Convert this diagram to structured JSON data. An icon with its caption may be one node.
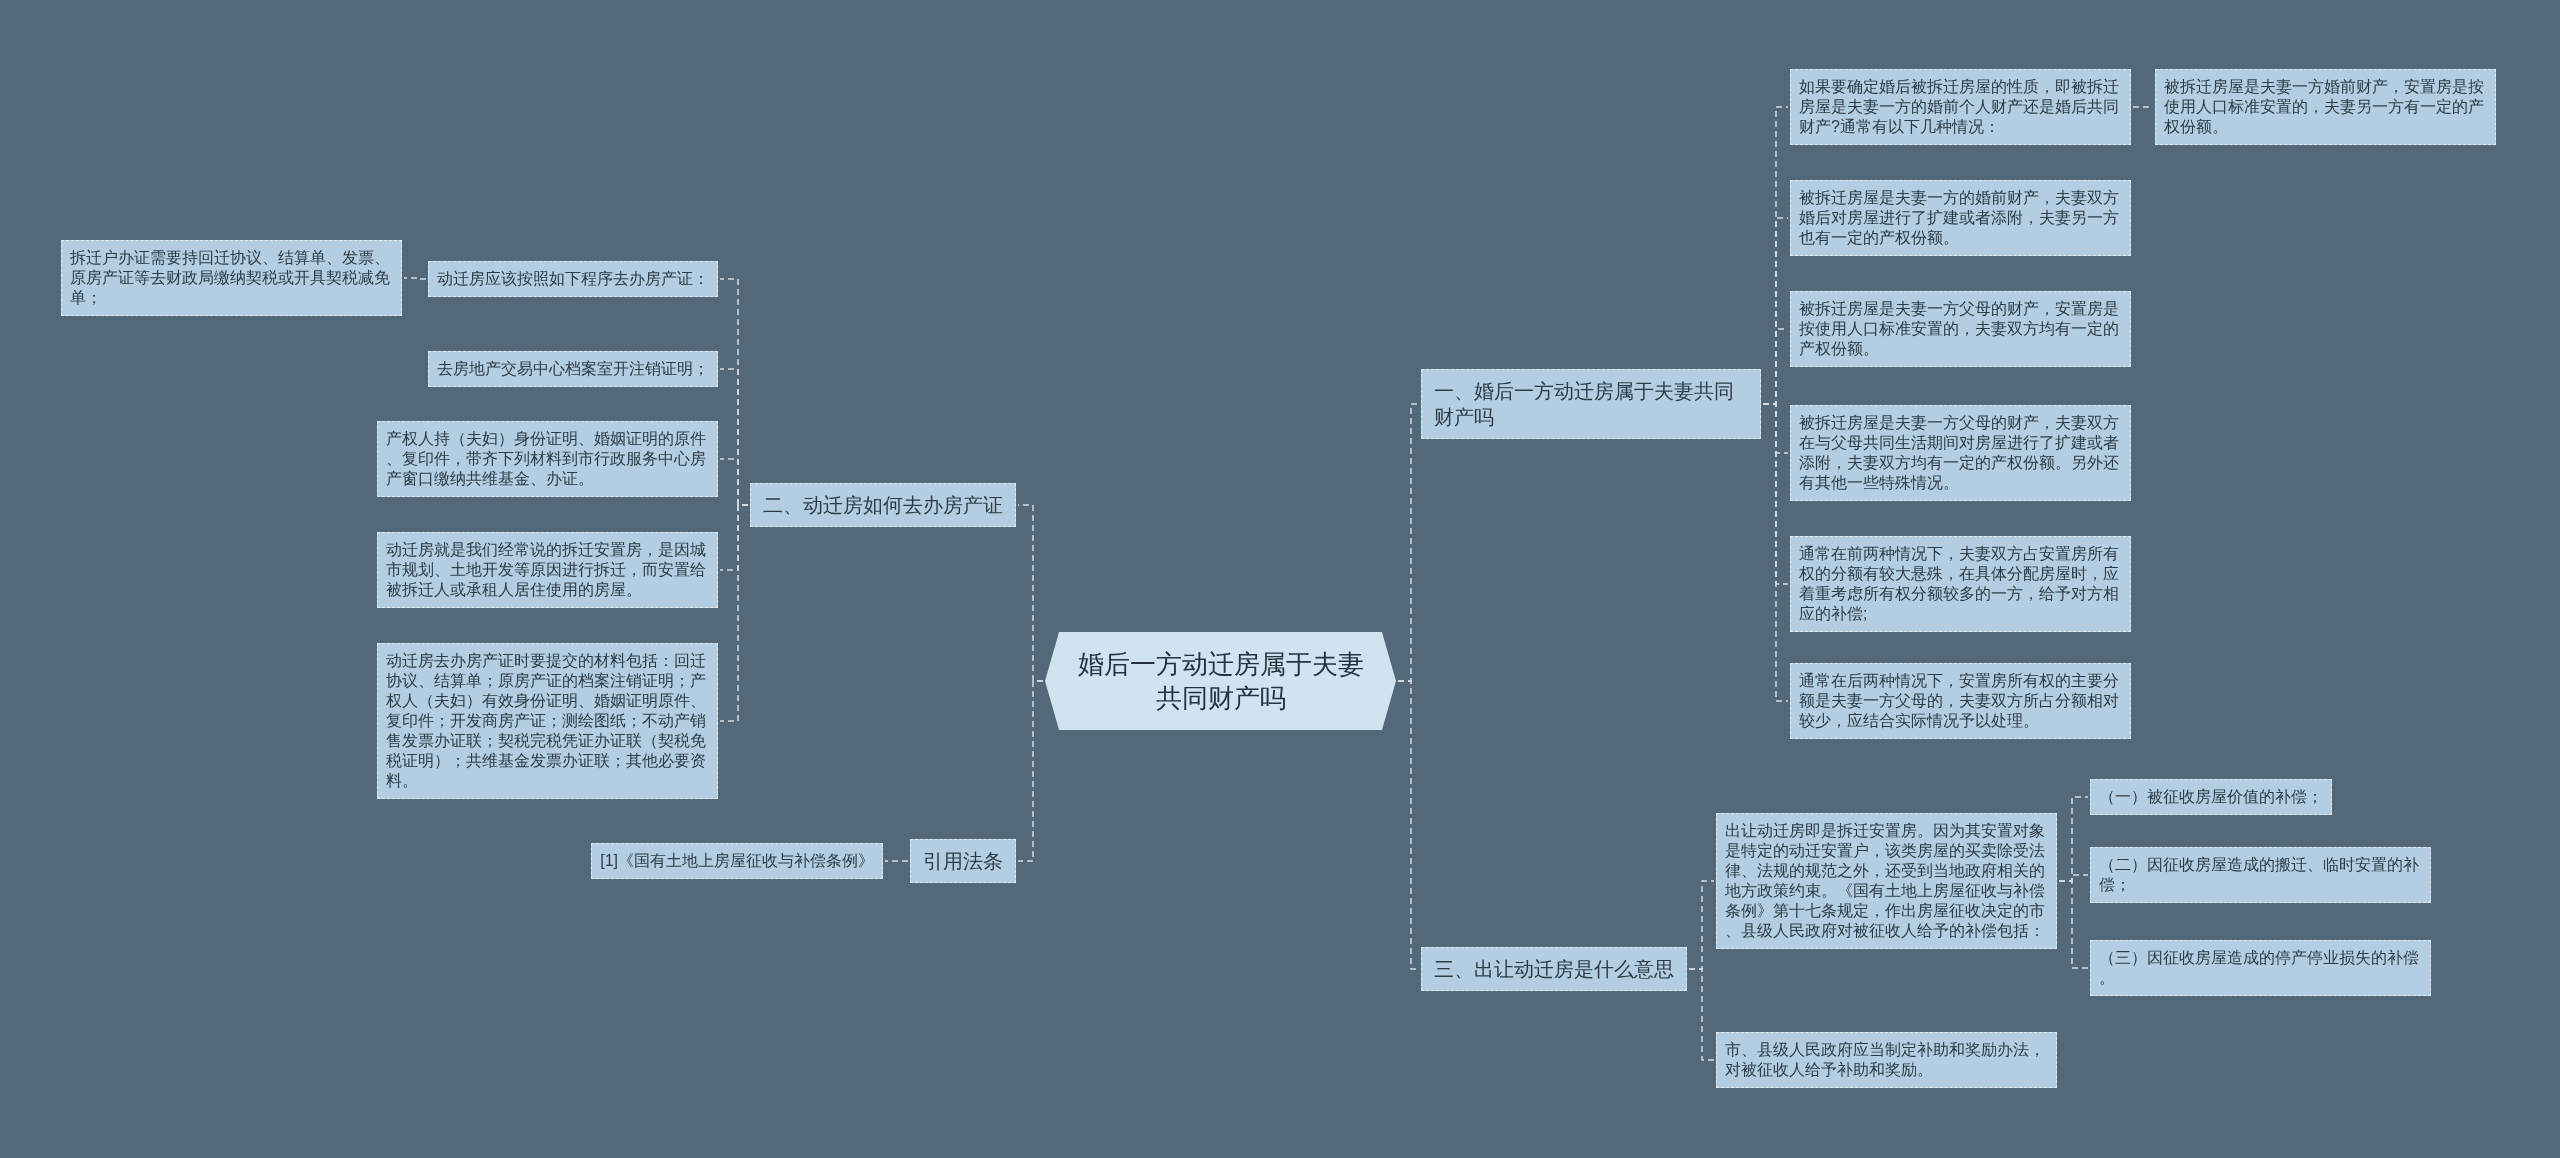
{
  "diagram": {
    "nodes": [
      {
        "text": [
          "婚后一方动迁房属于夫妻共同财产吗"
        ]
      },
      {
        "text": [
          "一、婚后一方动迁房属于夫妻共同财产吗"
        ]
      },
      {
        "text": [
          "如果要确定婚后被拆迁房屋的性质，即被拆迁房屋是夫妻一方的婚前个人财产还是婚后共同财产?通常有以下几种情况："
        ]
      },
      {
        "text": [
          "被拆迁房屋是夫妻一方婚前财产，安置房是按使用人口标准安置的，夫妻另一方有一定的产权份额。"
        ]
      },
      {
        "text": [
          "被拆迁房屋是夫妻一方的婚前财产，夫妻双方婚后对房屋进行了扩建或者添附，夫妻另一方也有一定的产权份额。"
        ]
      },
      {
        "text": [
          "被拆迁房屋是夫妻一方父母的财产，安置房是按使用人口标准安置的，夫妻双方均有一定的产权份额。"
        ]
      },
      {
        "text": [
          "被拆迁房屋是夫妻一方父母的财产，夫妻双方在与父母共同生活期间对房屋进行了扩建或者添附，夫妻双方均有一定的产权份额。另外还有其他一些特殊情况。"
        ]
      },
      {
        "text": [
          "通常在前两种情况下，夫妻双方占安置房所有权的分额有较大悬殊，在具体分配房屋时，应着重考虑所有权分额较多的一方，给予对方相应的补偿;"
        ]
      },
      {
        "text": [
          "通常在后两种情况下，安置房所有权的主要分额是夫妻一方父母的，夫妻双方所占分额相对较少，应结合实际情况予以处理。"
        ]
      },
      {
        "text": [
          "二、动迁房如何去办房产证"
        ]
      },
      {
        "text": [
          "动迁房应该按照如下程序去办房产证："
        ]
      },
      {
        "text": [
          "拆迁户办证需要持回迁协议、结算单、发票、原房产证等去财政局缴纳契税或开具契税减免单；"
        ]
      },
      {
        "text": [
          "去房地产交易中心档案室开注销证明；"
        ]
      },
      {
        "text": [
          "产权人持（夫妇）身份证明、婚姻证明的原件、复印件，带齐下列材料到市行政服务中心房产窗口缴纳共维基金、办证。"
        ]
      },
      {
        "text": [
          "动迁房就是我们经常说的拆迁安置房，是因城市规划、土地开发等原因进行拆迁，而安置给被拆迁人或承租人居住使用的房屋。"
        ]
      },
      {
        "text": [
          "动迁房去办房产证时要提交的材料包括：回迁协议、结算单；原房产证的档案注销证明；产权人（夫妇）有效身份证明、婚姻证明原件、复印件；开发商房产证；测绘图纸；不动产销售发票办证联；契税完税凭证办证联（契税免税证明）；共维基金发票办证联；其他必要资料。"
        ]
      },
      {
        "text": [
          "三、出让动迁房是什么意思"
        ]
      },
      {
        "text": [
          "出让动迁房即是拆迁安置房。因为其安置对象是特定的动迁安置户，该类房屋的买卖除受法律、法规的规范之外，还受到当地政府相关的地方政策约束。《国有土地上房屋征收与补偿条例》第十七条规定，作出房屋征收决定的市、县级人民政府对被征收人给予的补偿包括："
        ]
      },
      {
        "text": [
          "（一）被征收房屋价值的补偿；"
        ]
      },
      {
        "text": [
          "（二）因征收房屋造成的搬迁、临时安置的补偿；"
        ]
      },
      {
        "text": [
          "（三）因征收房屋造成的停产停业损失的补偿。"
        ]
      },
      {
        "text": [
          "市、县级人民政府应当制定补助和奖励办法，对被征收人给予补助和奖励。"
        ]
      },
      {
        "text": [
          "引用法条"
        ]
      },
      {
        "text": [
          "[1]《国有土地上房屋征收与补偿条例》"
        ]
      }
    ],
    "edges": [
      {
        "from": 0,
        "to": 1,
        "arrow": "none",
        "style": "dashed"
      },
      {
        "from": 1,
        "to": 2,
        "arrow": "none",
        "style": "dashed"
      },
      {
        "from": 2,
        "to": 3,
        "arrow": "none",
        "style": "dashed"
      },
      {
        "from": 1,
        "to": 4,
        "arrow": "none",
        "style": "dashed"
      },
      {
        "from": 1,
        "to": 5,
        "arrow": "none",
        "style": "dashed"
      },
      {
        "from": 1,
        "to": 6,
        "arrow": "none",
        "style": "dashed"
      },
      {
        "from": 1,
        "to": 7,
        "arrow": "none",
        "style": "dashed"
      },
      {
        "from": 1,
        "to": 8,
        "arrow": "none",
        "style": "dashed"
      },
      {
        "from": 0,
        "to": 9,
        "arrow": "none",
        "style": "dashed"
      },
      {
        "from": 9,
        "to": 10,
        "arrow": "none",
        "style": "dashed"
      },
      {
        "from": 10,
        "to": 11,
        "arrow": "none",
        "style": "dashed"
      },
      {
        "from": 9,
        "to": 12,
        "arrow": "none",
        "style": "dashed"
      },
      {
        "from": 9,
        "to": 13,
        "arrow": "none",
        "style": "dashed"
      },
      {
        "from": 9,
        "to": 14,
        "arrow": "none",
        "style": "dashed"
      },
      {
        "from": 9,
        "to": 15,
        "arrow": "none",
        "style": "dashed"
      },
      {
        "from": 0,
        "to": 16,
        "arrow": "none",
        "style": "dashed"
      },
      {
        "from": 16,
        "to": 17,
        "arrow": "none",
        "style": "dashed"
      },
      {
        "from": 17,
        "to": 18,
        "arrow": "none",
        "style": "dashed"
      },
      {
        "from": 17,
        "to": 19,
        "arrow": "none",
        "style": "dashed"
      },
      {
        "from": 17,
        "to": 20,
        "arrow": "none",
        "style": "dashed"
      },
      {
        "from": 16,
        "to": 21,
        "arrow": "none",
        "style": "dashed"
      },
      {
        "from": 0,
        "to": 22,
        "arrow": "none",
        "style": "dashed"
      },
      {
        "from": 22,
        "to": 23,
        "arrow": "none",
        "style": "dashed"
      }
    ]
  }
}
